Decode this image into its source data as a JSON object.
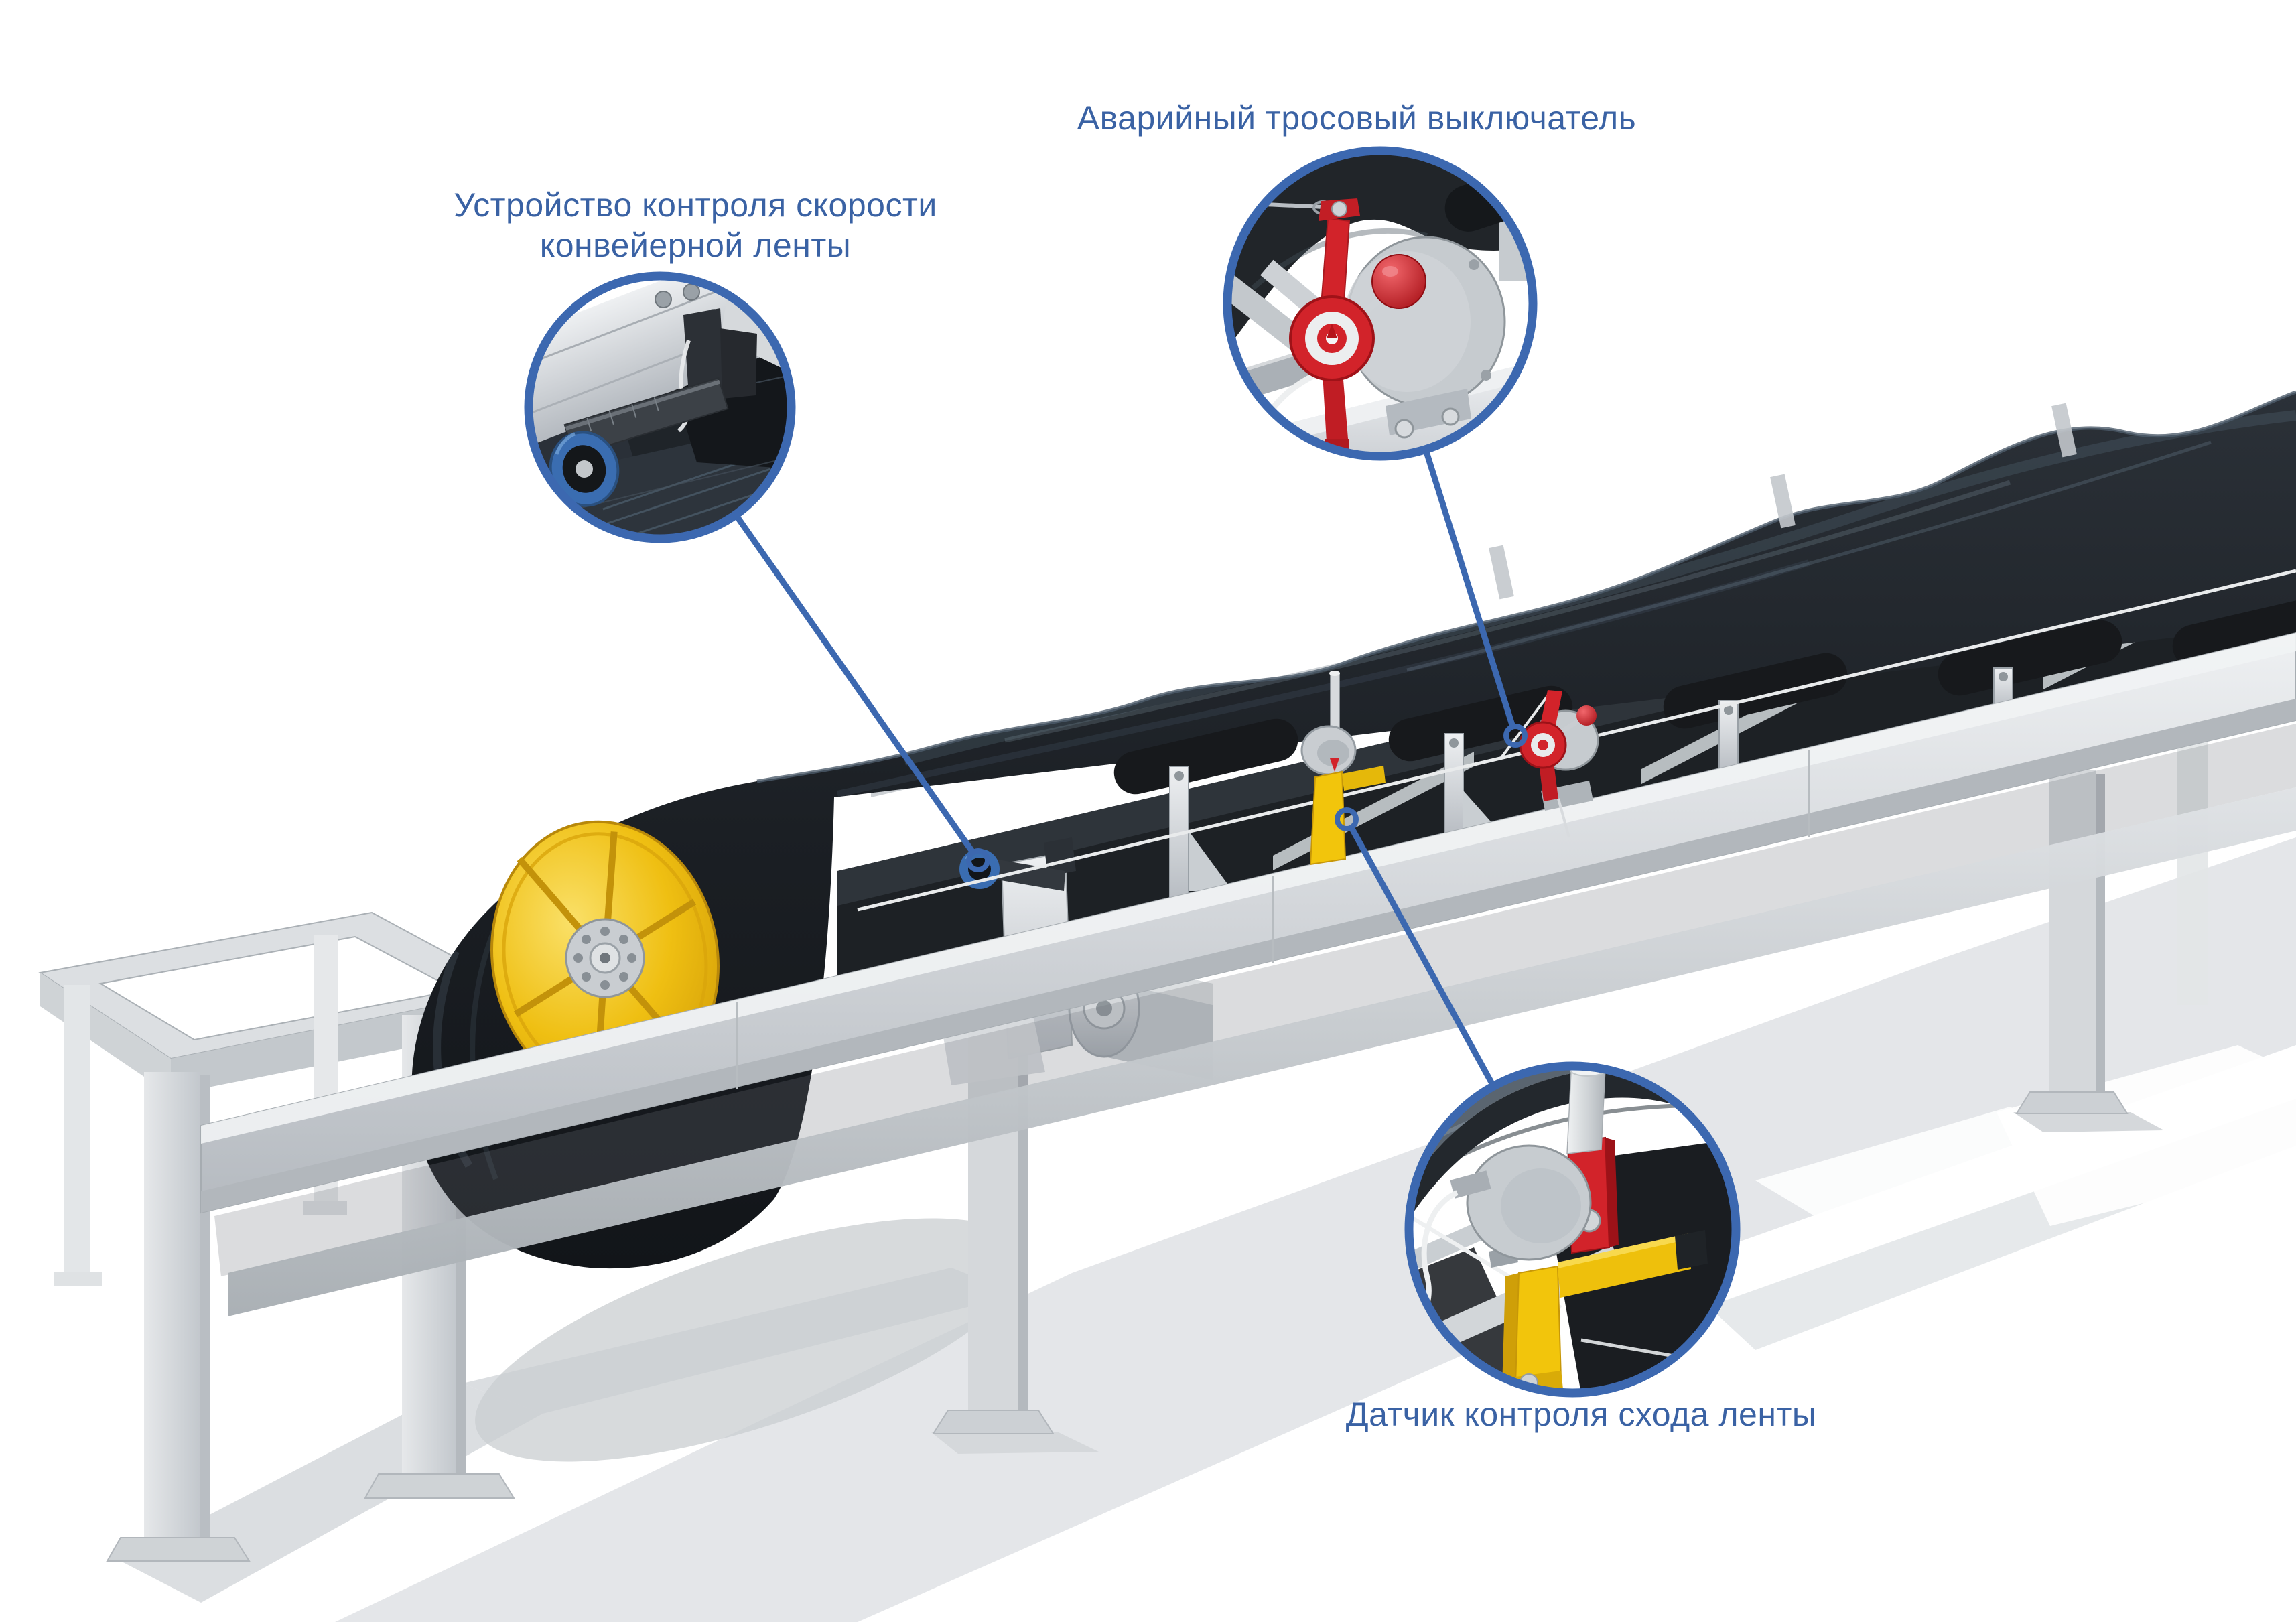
{
  "diagram": {
    "background": "#ffffff",
    "annotation_text_color": "#3a62a4",
    "callout_ring_color": "#3c68b0",
    "leader_line_color": "#3c68b0",
    "labels": {
      "speed_monitor": {
        "line1": "Устройство контроля скорости",
        "line2": "конвейерной ленты"
      },
      "rope_switch": {
        "text": "Аварийный тросовый выключатель"
      },
      "belt_tracking": {
        "text": "Датчик контроля схода ленты"
      }
    },
    "callouts": [
      {
        "name": "speed-monitor-callout",
        "device": "belt-speed-sensor-roller"
      },
      {
        "name": "rope-switch-callout",
        "device": "emergency-pull-rope-switch"
      },
      {
        "name": "belt-tracking-callout",
        "device": "belt-misalignment-sensor"
      }
    ],
    "scene_colors": {
      "belt": "#1b1f24",
      "belt_highlight": "#5b6e7e",
      "galvanized_steel": "#c9cdd1",
      "pulley_disc_yellow": "#f0c113",
      "switch_red": "#d2232a",
      "sensor_wheel_blue": "#3a6db1",
      "sensor_bracket_yellow": "#f2c50c",
      "ground_shadow": "#d9dcdf"
    }
  }
}
